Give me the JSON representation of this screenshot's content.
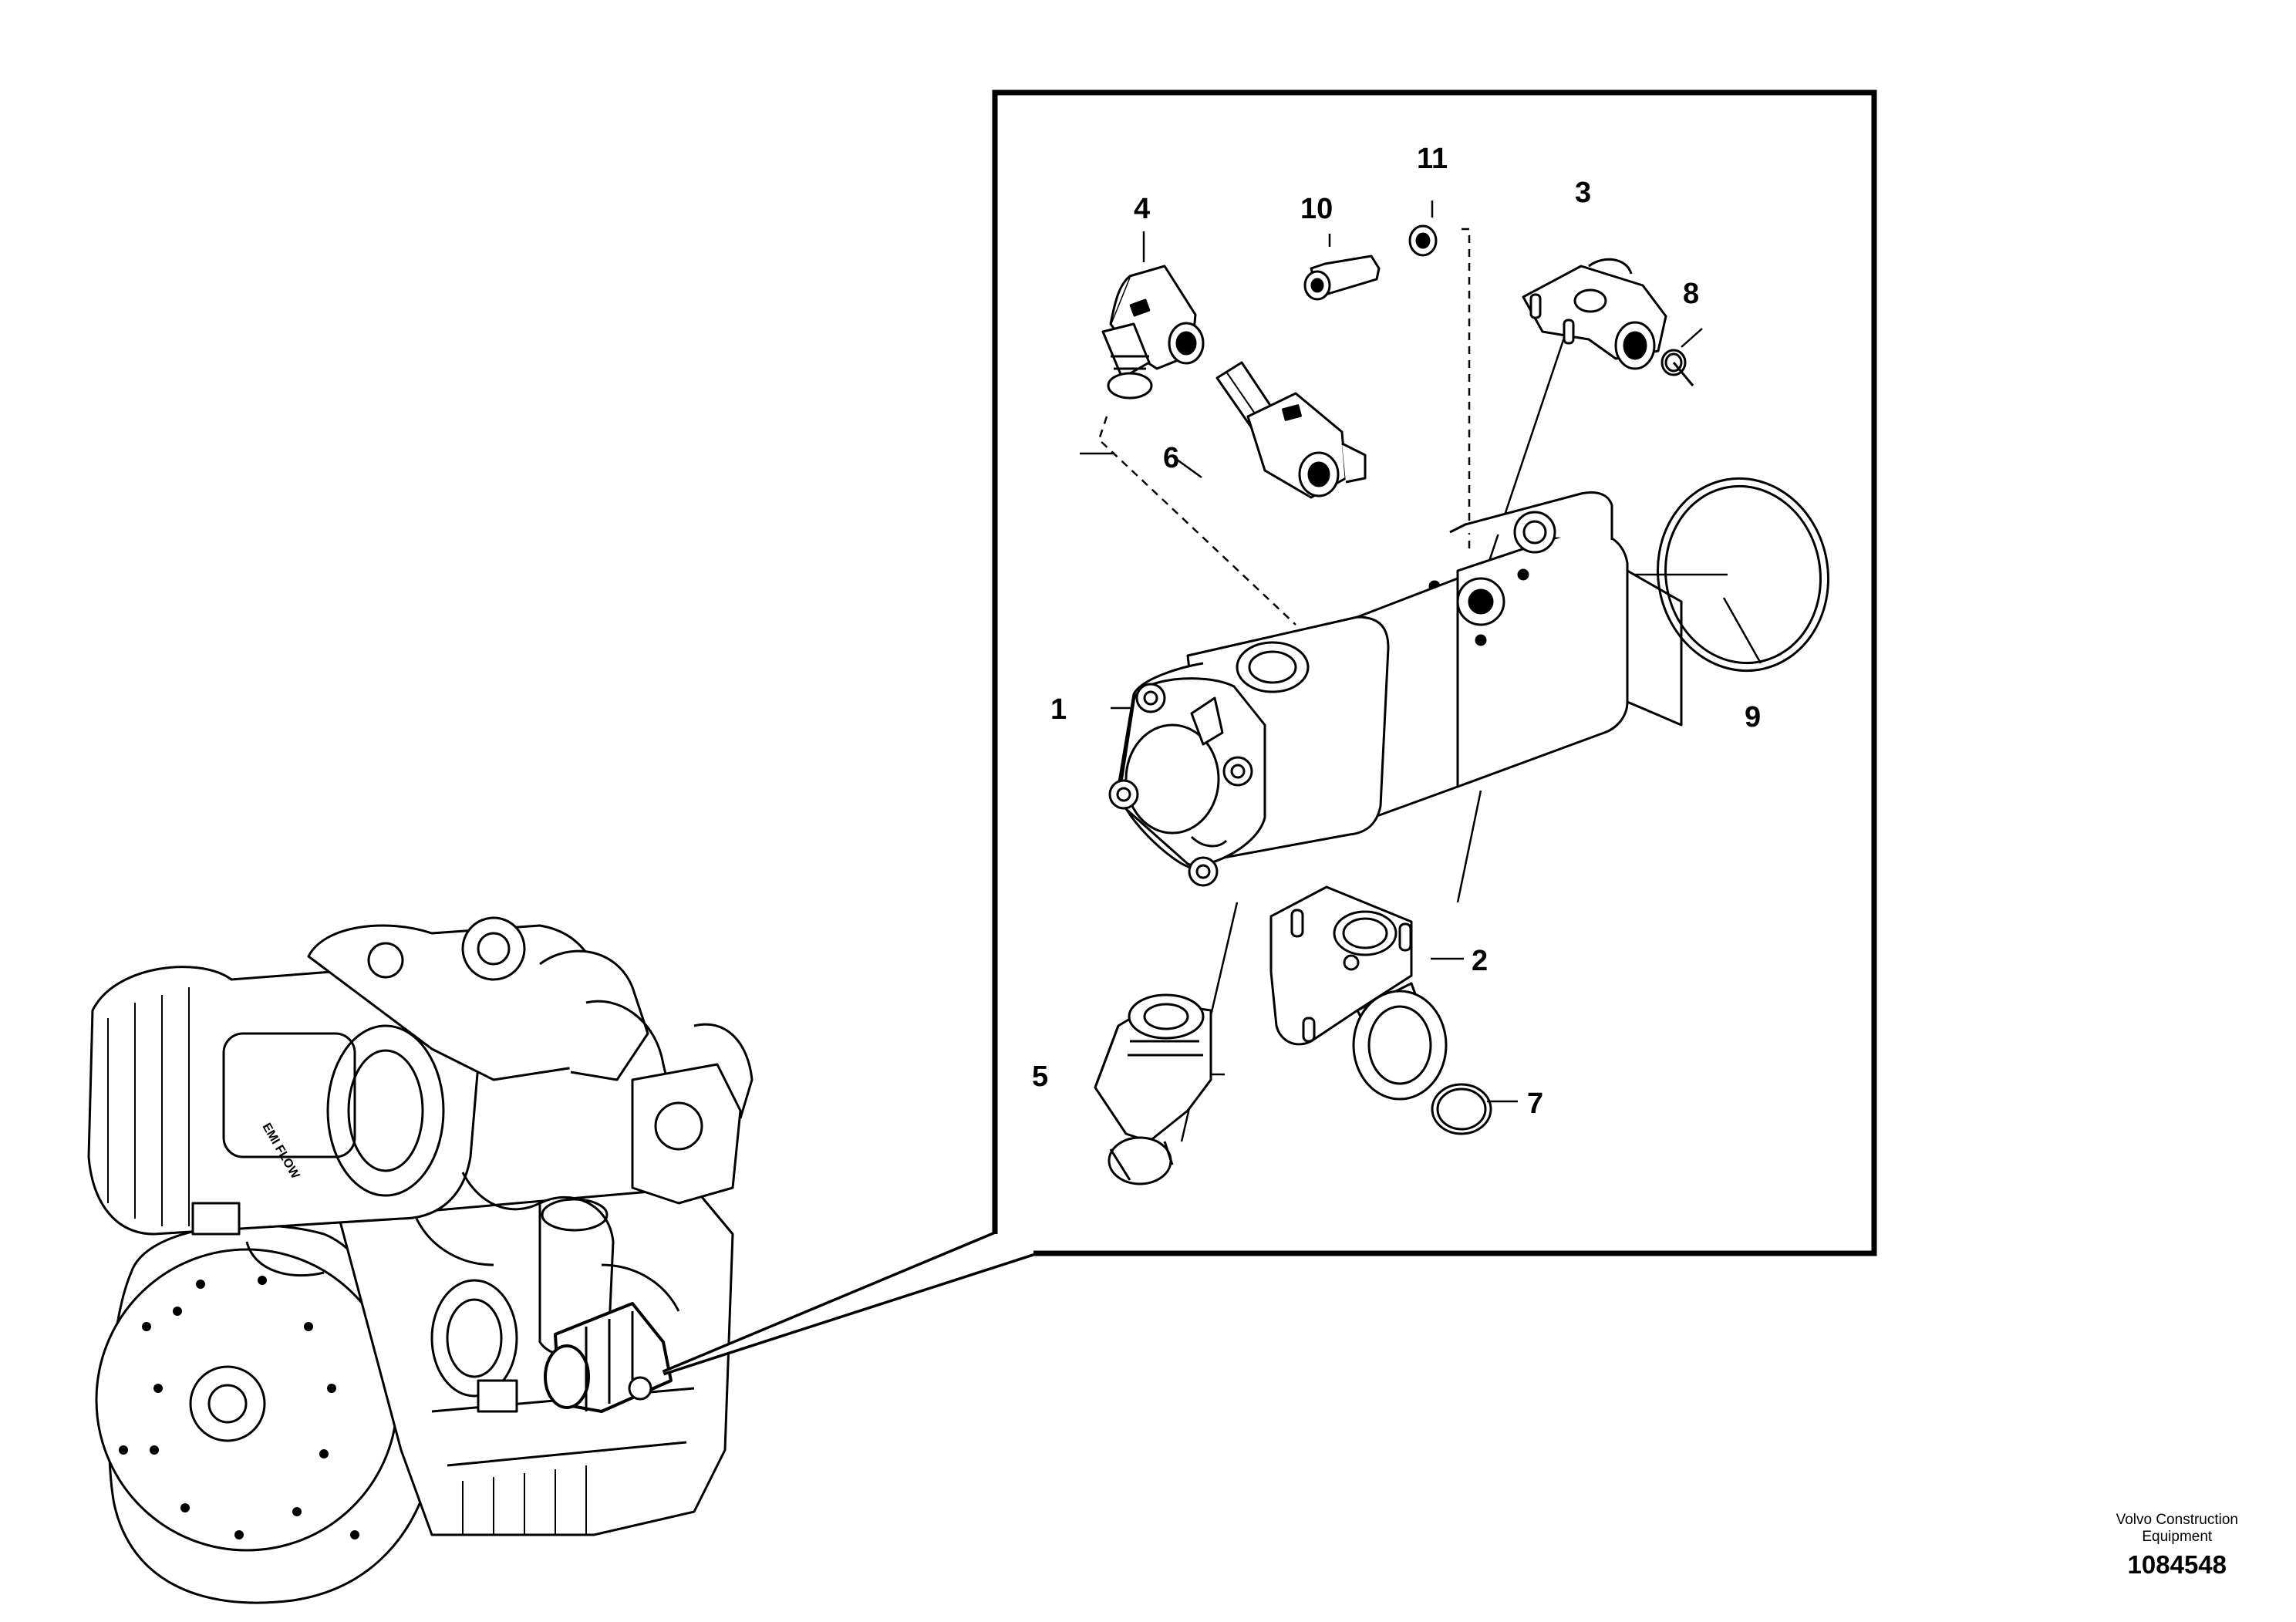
{
  "callouts": [
    {
      "id": "1",
      "label": "1"
    },
    {
      "id": "2",
      "label": "2"
    },
    {
      "id": "3",
      "label": "3"
    },
    {
      "id": "4",
      "label": "4"
    },
    {
      "id": "5",
      "label": "5"
    },
    {
      "id": "6",
      "label": "6"
    },
    {
      "id": "7",
      "label": "7"
    },
    {
      "id": "8",
      "label": "8"
    },
    {
      "id": "9",
      "label": "9"
    },
    {
      "id": "10",
      "label": "10"
    },
    {
      "id": "11",
      "label": "11"
    }
  ],
  "credit": {
    "line1": "Volvo Construction",
    "line2": "Equipment",
    "number": "1084548"
  },
  "colors": {
    "ink": "#000000",
    "background": "#ffffff"
  }
}
